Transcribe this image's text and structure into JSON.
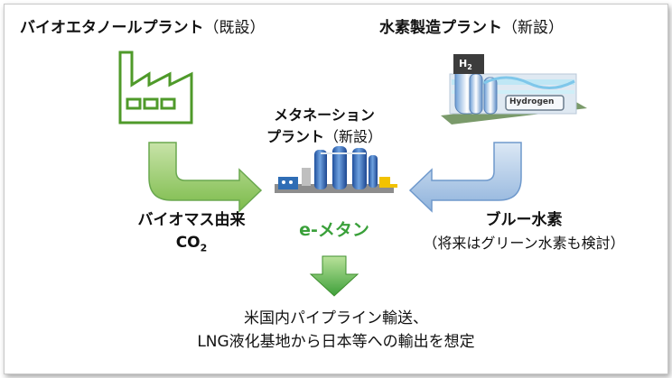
{
  "bio_plant": {
    "title": "バイオエタノールプラント",
    "note": "（既設）"
  },
  "h2_plant": {
    "title": "水素製造プラント",
    "note": "（新設）",
    "tank_label": "H",
    "tank_sub": "2",
    "building_label": "Hydrogen"
  },
  "methanation": {
    "line1": "メタネーション",
    "line2": "プラント",
    "note": "（新設）"
  },
  "bio_co2": {
    "line1": "バイオマス由来",
    "co": "CO",
    "sub": "2"
  },
  "blue_h2": {
    "line1": "ブルー水素",
    "line2": "（将来はグリーン水素も検討）"
  },
  "product": "e-メタン",
  "destination": {
    "line1": "米国内パイプライン輸送、",
    "line2": "LNG液化基地から日本等への輸出を想定"
  },
  "colors": {
    "green": "#4ea72e",
    "green_fill": "#9ccc65",
    "blue": "#5b8fc9",
    "blue_fill": "#b7cfe9",
    "methane": "#3aa03a"
  }
}
